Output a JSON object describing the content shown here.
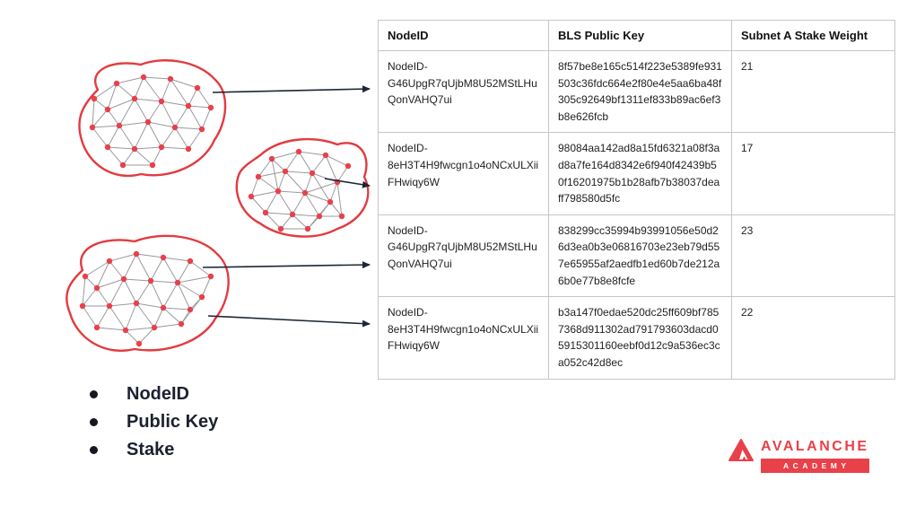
{
  "table": {
    "headers": [
      "NodeID",
      "BLS Public Key",
      "Subnet A Stake Weight"
    ],
    "rows": [
      {
        "node_id": "NodeID-G46UpgR7qUjbM8U52MStLHuQonVAHQ7ui",
        "bls_public_key": "8f57be8e165c514f223e5389fe931503c36fdc664e2f80e4e5aa6ba48f305c92649bf1311ef833b89ac6ef3b8e626fcb",
        "stake_weight": "21"
      },
      {
        "node_id": "NodeID-8eH3T4H9fwcgn1o4oNCxULXiiFHwiqy6W",
        "bls_public_key": "98084aa142ad8a15fd6321a08f3ad8a7fe164d8342e6f940f42439b50f16201975b1b28afb7b38037deaff798580d5fc",
        "stake_weight": "17"
      },
      {
        "node_id": "NodeID-G46UpgR7qUjbM8U52MStLHuQonVAHQ7ui",
        "bls_public_key": "838299cc35994b93991056e50d26d3ea0b3e06816703e23eb79d557e65955af2aedfb1ed60b7de212a6b0e77b8e8fcfe",
        "stake_weight": "23"
      },
      {
        "node_id": "NodeID-8eH3T4H9fwcgn1o4oNCxULXiiFHwiqy6W",
        "bls_public_key": "b3a147f0edae520dc25ff609bf7857368d911302ad791793603dacd05915301160eebf0d12c9a536ec3ca052c42d8ec",
        "stake_weight": "22"
      }
    ]
  },
  "legend": {
    "items": [
      "NodeID",
      "Public Key",
      "Stake"
    ]
  },
  "logo": {
    "brand": "AVALANCHE",
    "subtitle": "ACADEMY"
  },
  "colors": {
    "accent_red": "#e8414a",
    "blob_stroke": "#e23b3f",
    "arrow_dark": "#1c2736",
    "table_border": "#c6c6c6"
  }
}
